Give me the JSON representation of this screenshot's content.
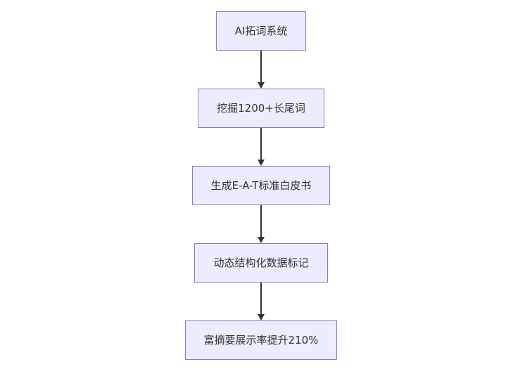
{
  "diagram": {
    "type": "flowchart",
    "direction": "top-down",
    "nodes": [
      {
        "id": "n1",
        "label": "AI拓词系统"
      },
      {
        "id": "n2",
        "label": "挖掘1200+长尾词"
      },
      {
        "id": "n3",
        "label": "生成E-A-T标准白皮书"
      },
      {
        "id": "n4",
        "label": "动态结构化数据标记"
      },
      {
        "id": "n5",
        "label": "富摘要展示率提升210%"
      }
    ],
    "edges": [
      {
        "from": "n1",
        "to": "n2"
      },
      {
        "from": "n2",
        "to": "n3"
      },
      {
        "from": "n3",
        "to": "n4"
      },
      {
        "from": "n4",
        "to": "n5"
      }
    ],
    "colors": {
      "node_fill": "#ECECFF",
      "node_border": "#9370DB",
      "node_text": "#333333",
      "arrow": "#333333",
      "background": "#ffffff"
    }
  }
}
